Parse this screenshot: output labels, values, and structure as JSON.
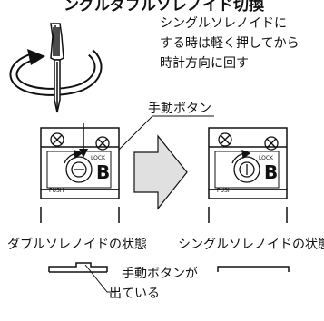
{
  "title_partial": "ングルダブルソレノイド切換",
  "instruction": {
    "line1": "シングルソレノイドに",
    "line2": "する時は軽く押してから",
    "line3": "時計方向に回す"
  },
  "manual_button_label": "手動ボタン",
  "valve_labels": {
    "lock": "LOCK",
    "push": "PUSH",
    "b": "B"
  },
  "captions": {
    "double": "ダブルソレノイドの状態",
    "single": "シングルソレノイドの状態"
  },
  "bottom_note": {
    "line1": "手動ボタンが",
    "line2": "出ている"
  },
  "colors": {
    "ink": "#111111",
    "arrow_fill": "#e0e0e0"
  }
}
